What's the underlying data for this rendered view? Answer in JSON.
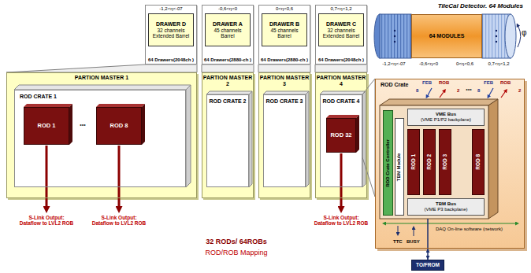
{
  "diagram": {
    "nodes": [
      {
        "text": [
          "-1,2<η<-07",
          "64 Drawers(2048ch )"
        ]
      },
      {
        "text": [
          "DRAWER D",
          "32 channels Extended Barrel"
        ],
        "in": 0
      },
      {
        "text": [
          "-0,6<η<0",
          "64 Drawers(2880-ch )"
        ]
      },
      {
        "text": [
          "DRAWER A",
          "45 channels Barrel"
        ],
        "in": 2
      },
      {
        "text": [
          "0<η<0,6",
          "64 Drawers(2880-ch )"
        ]
      },
      {
        "text": [
          "DRAWER B",
          "45 channels Barrel"
        ],
        "in": 4
      },
      {
        "text": [
          "0,7<η<1,2",
          "64 Drawers(2048ch )"
        ]
      },
      {
        "text": [
          "DRAWER C",
          "32 channels Extended Barrel"
        ],
        "in": 6
      },
      {
        "text": [
          "64 MODULES"
        ]
      },
      {
        "text": [
          "PARTION MASTER 1"
        ]
      },
      {
        "text": [
          "ROD CRATE 1"
        ],
        "in": 9
      },
      {
        "text": [
          "ROD 1"
        ],
        "in": 10
      },
      {
        "text": [
          "ROD 8"
        ],
        "in": 10
      },
      {
        "text": [
          "PARTION MASTER 2"
        ]
      },
      {
        "text": [
          "ROD CRATE 2"
        ],
        "in": 13
      },
      {
        "text": [
          "PARTION MASTER 3"
        ]
      },
      {
        "text": [
          "ROD CRATE 3"
        ],
        "in": 15
      },
      {
        "text": [
          "PARTION MASTER 4"
        ]
      },
      {
        "text": [
          "ROD CRATE 4"
        ],
        "in": 17
      },
      {
        "text": [
          "ROD 32"
        ],
        "in": 18
      },
      {
        "text": [
          "ROD Crate"
        ]
      },
      {
        "text": [
          "ROD Crate Controller"
        ],
        "in": 20
      },
      {
        "text": [
          "TBM Module"
        ],
        "in": 20
      },
      {
        "text": [
          "VME Bus",
          "(VME P1/P2 backplane)"
        ],
        "in": 20
      },
      {
        "text": [
          "ROD 1"
        ],
        "in": 20
      },
      {
        "text": [
          "ROD 2"
        ],
        "in": 20
      },
      {
        "text": [
          "ROD 3"
        ],
        "in": 20
      },
      {
        "text": [
          "ROD 8"
        ],
        "in": 20
      },
      {
        "text": [
          "TBM Bus",
          "(VME P3 backplane)"
        ],
        "in": 20
      },
      {
        "text": [
          "TO/FROM"
        ]
      }
    ],
    "edges": [
      {
        "from": 0,
        "to": 9,
        "arrow": "none"
      },
      {
        "from": 2,
        "to": 13,
        "arrow": "none"
      },
      {
        "from": 4,
        "to": 15,
        "arrow": "none"
      },
      {
        "from": 6,
        "to": 17,
        "arrow": "none"
      },
      {
        "from": 18,
        "to": 20,
        "arrow": "none"
      },
      {
        "from": 20,
        "to": 29,
        "arrow": "both"
      }
    ],
    "labels": [
      "TileCal Detector. 64 Modules",
      "-1,2<η<-07",
      "-0,6<η<0",
      "0<η<0,6",
      "0,7<η<1,2",
      "φ",
      "•••",
      "S-Link Output: Dataflow to LVL2 ROB",
      "S-Link Output: Dataflow to LVL2 ROB",
      "S-Link Output: Dataflow to LVL2 ROB",
      "32 RODs/ 64ROBs",
      "ROD/ROB Mapping",
      "8",
      "FEB",
      "ROB",
      "2",
      "•••",
      "8",
      "FEB",
      "ROB",
      "2",
      "TTC",
      "BUSY",
      "DAQ On-line software (network)"
    ]
  }
}
